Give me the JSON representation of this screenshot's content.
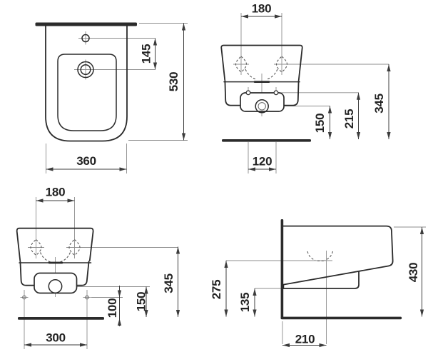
{
  "drawing": {
    "kind": "sanitary-ware installation drawing, four orthographic views of a wall-hung bidet",
    "units": "mm",
    "colors": {
      "ink": "#2b2b2b",
      "dimension": "#3c3c3c",
      "auxiliary": "#8c8c8c",
      "background": "#ffffff"
    },
    "views": {
      "plan": {
        "dims": {
          "faucet_to_drain": "145",
          "depth": "530",
          "width": "360"
        }
      },
      "rear_wall": {
        "dims": {
          "bolt_spacing": "180",
          "height": "345",
          "supply_height": "215",
          "drain_height": "150",
          "drain_spacing": "120"
        }
      },
      "rear_floor": {
        "dims": {
          "bolt_spacing": "180",
          "height": "345",
          "drain_height": "150",
          "fixing_height": "100",
          "fixing_spacing": "300"
        }
      },
      "side": {
        "dims": {
          "drain_axis_height": "275",
          "outlet_height": "135",
          "total_height": "430",
          "drain_distance": "210"
        }
      }
    }
  }
}
